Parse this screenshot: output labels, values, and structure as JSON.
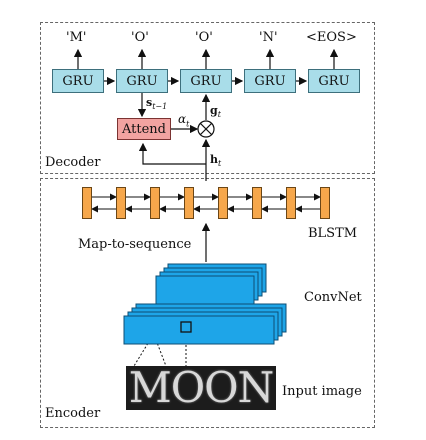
{
  "decoder": {
    "section_label": "Decoder",
    "outputs": [
      "'M'",
      "'O'",
      "'O'",
      "'N'",
      "<EOS>"
    ],
    "gru_label": "GRU",
    "attend_label": "Attend",
    "s_label_main": "s",
    "s_label_sub": "t−1",
    "alpha_main": "α",
    "alpha_sub": "t",
    "g_main": "g",
    "g_sub": "t",
    "h_main": "h",
    "h_sub": "t",
    "multiply_symbol": "⊗"
  },
  "encoder": {
    "section_label": "Encoder",
    "blstm_label": "BLSTM",
    "map_to_sequence_label": "Map-to-sequence",
    "convnet_label": "ConvNet",
    "input_image_label": "Input image",
    "input_image_text": "MOON"
  },
  "colors": {
    "gru_fill": "#a9dde9",
    "attend_fill": "#f2a3a1",
    "blstm_cell_fill": "#f6a74b",
    "convnet_fill": "#1ea5e8"
  }
}
